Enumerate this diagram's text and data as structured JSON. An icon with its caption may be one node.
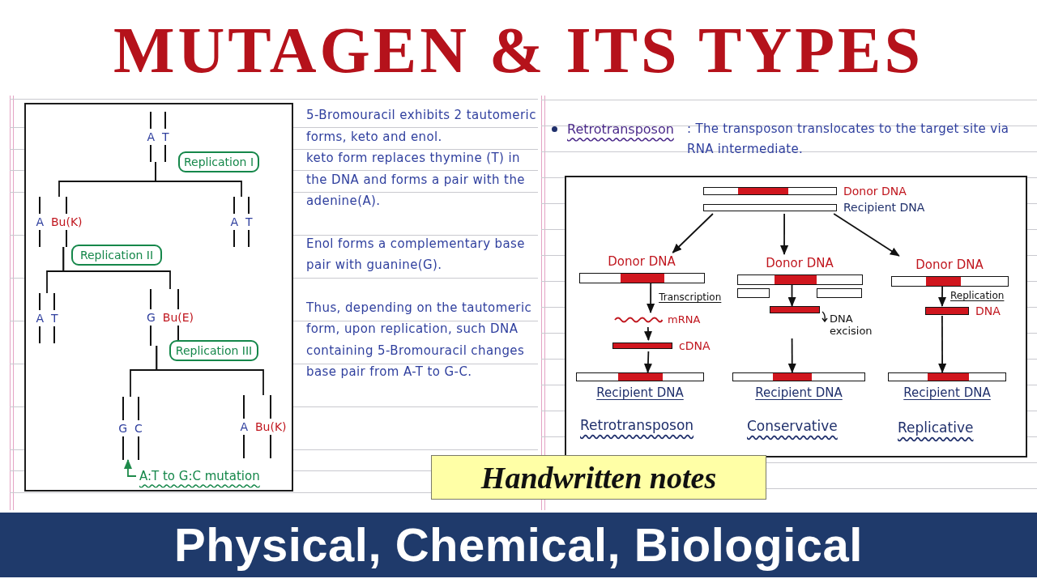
{
  "diagram": {
    "title": "MUTAGEN & ITS TYPES",
    "caption": "Physical, Chemical, Biological",
    "nodes": [
      {
        "text": [],
        "shape": "box"
      },
      {
        "text": [
          "A",
          "T"
        ],
        "in": 0
      },
      {
        "text": [
          "Replication I"
        ],
        "in": 0
      },
      {
        "text": [
          "A",
          "Bu(K)"
        ],
        "in": 0
      },
      {
        "text": [
          "A",
          "T"
        ],
        "in": 0
      },
      {
        "text": [
          "Replication II"
        ],
        "in": 0
      },
      {
        "text": [
          "A",
          "T"
        ],
        "in": 0
      },
      {
        "text": [
          "G",
          "Bu(E)"
        ],
        "in": 0
      },
      {
        "text": [
          "Replication III"
        ],
        "in": 0
      },
      {
        "text": [
          "G",
          "C"
        ],
        "in": 0
      },
      {
        "text": [
          "A",
          "Bu(K)"
        ],
        "in": 0
      },
      {
        "text": [
          "A:T to G:C mutation"
        ],
        "in": 0
      },
      {
        "text": [],
        "shape": "box"
      },
      {
        "text": [
          "Donor DNA"
        ],
        "in": 12
      },
      {
        "text": [
          "Recipient DNA"
        ],
        "in": 12
      },
      {
        "text": [
          "Donor DNA"
        ],
        "in": 12
      },
      {
        "text": [
          "mRNA"
        ],
        "in": 12
      },
      {
        "text": [
          "cDNA"
        ],
        "in": 12
      },
      {
        "text": [
          "Recipient DNA"
        ],
        "in": 12
      },
      {
        "text": [
          "Donor DNA"
        ],
        "in": 12
      },
      {
        "text": [],
        "shape": "bar",
        "in": 12
      },
      {
        "text": [
          "DNA excision"
        ],
        "in": 12
      },
      {
        "text": [
          "Recipient DNA"
        ],
        "in": 12
      },
      {
        "text": [
          "Donor DNA"
        ],
        "in": 12
      },
      {
        "text": [
          "DNA"
        ],
        "in": 12
      },
      {
        "text": [
          "Recipient DNA"
        ],
        "in": 12
      }
    ],
    "edges": [
      {
        "from": 1,
        "to": 3,
        "arrow": "none"
      },
      {
        "from": 1,
        "to": 4,
        "arrow": "none"
      },
      {
        "from": 3,
        "to": 6,
        "arrow": "none"
      },
      {
        "from": 3,
        "to": 7,
        "arrow": "none"
      },
      {
        "from": 7,
        "to": 9,
        "arrow": "none"
      },
      {
        "from": 7,
        "to": 10,
        "arrow": "none"
      },
      {
        "from": 11,
        "to": 9,
        "arrow": "to",
        "color": "#1e8a4a"
      },
      {
        "from": 14,
        "to": 15,
        "arrow": "to"
      },
      {
        "from": 14,
        "to": 19,
        "arrow": "to"
      },
      {
        "from": 14,
        "to": 23,
        "arrow": "to"
      },
      {
        "from": 15,
        "to": 16,
        "arrow": "to",
        "label": "Transcription"
      },
      {
        "from": 16,
        "to": 17,
        "arrow": "to"
      },
      {
        "from": 17,
        "to": 18,
        "arrow": "to"
      },
      {
        "from": 19,
        "to": 21,
        "arrow": "to"
      },
      {
        "from": 21,
        "to": 22,
        "arrow": "to"
      },
      {
        "from": 23,
        "to": 24,
        "arrow": "to",
        "label": "Replication"
      },
      {
        "from": 24,
        "to": 25,
        "arrow": "to"
      }
    ],
    "labels": [
      "5-Bromouracil exhibits 2 tautomeric forms, keto and enol.",
      "keto form replaces thymine (T) in the DNA and forms a pair with the adenine(A).",
      "Enol forms a complementary base pair with guanine(G).",
      "Thus, depending on the tautomeric form, upon replication, such DNA containing 5-Bromouracil changes base pair from A-T to G-C.",
      "Retrotransposon",
      ": The transposon translocates to the target site via RNA intermediate.",
      "Retrotransposon",
      "Conservative",
      "Replicative",
      "Handwritten notes"
    ]
  }
}
